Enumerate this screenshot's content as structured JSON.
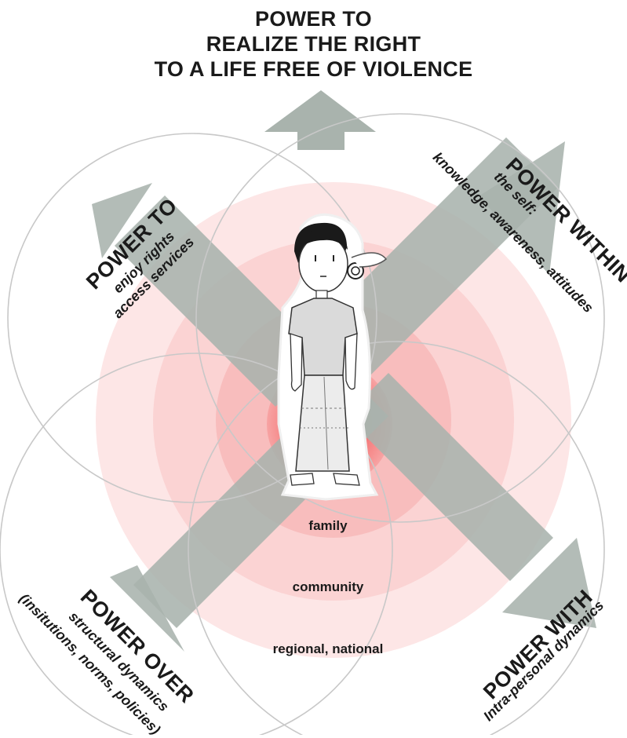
{
  "title": {
    "line1": "POWER TO",
    "line2": "REALIZE THE RIGHT",
    "line3": "TO A LIFE FREE OF VIOLENCE"
  },
  "quadrants": {
    "top_left": {
      "heading": "POWER TO",
      "line1": "enjoy rights",
      "line2": "access services"
    },
    "top_right": {
      "heading": "POWER WITHIN",
      "line1": "the self:",
      "line2": "knowledge, awareness, attitudes"
    },
    "bottom_left": {
      "heading": "POWER OVER",
      "line1": "structural dynamics",
      "line2": "(insitutions, norms, policies)"
    },
    "bottom_right": {
      "heading": "POWER WITH",
      "line1": "Intra-personal dynamics"
    }
  },
  "levels": {
    "inner": "family",
    "middle": "community",
    "outer": "regional, national"
  },
  "colors": {
    "arrow": "#a9b3ad",
    "circle_outline": "#c8c8c8",
    "ring_outer": "#fde4e4",
    "ring_middle": "#fbd0d0",
    "ring_inner": "#f7b6b6",
    "core": "#ef6a6a",
    "text": "#1a1a1a"
  }
}
